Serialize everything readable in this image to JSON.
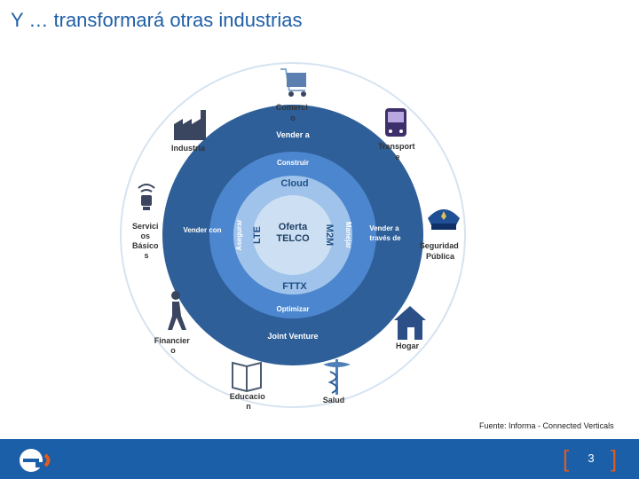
{
  "header": {
    "title": "Y … transformará otras industrias"
  },
  "diagram": {
    "rings": {
      "outer": [
        "Vender a",
        "Vender con",
        "Vender a través de",
        "Joint Venture"
      ],
      "middle": [
        "Construir",
        "Asegurar",
        "Manejar",
        "Optimizar"
      ],
      "inner": [
        "Cloud",
        "LTE",
        "M2M",
        "FTTX"
      ],
      "center": [
        "Oferta",
        "TELCO"
      ]
    },
    "sectors": [
      {
        "label": [
          "Comerci",
          "o"
        ],
        "icon": "shopping-cart-icon"
      },
      {
        "label": [
          "Transport",
          "e"
        ],
        "icon": "bus-icon"
      },
      {
        "label": [
          "Seguridad",
          "Pública"
        ],
        "icon": "police-cap-icon"
      },
      {
        "label": [
          "Hogar"
        ],
        "icon": "house-icon"
      },
      {
        "label": [
          "Salud"
        ],
        "icon": "caduceus-icon"
      },
      {
        "label": [
          "Educacio",
          "n"
        ],
        "icon": "book-icon"
      },
      {
        "label": [
          "Financier",
          "o"
        ],
        "icon": "walking-person-icon"
      },
      {
        "label": [
          "Servici",
          "os",
          "Básico",
          "s"
        ],
        "icon": "light-bulb-icon"
      },
      {
        "label": [
          "Industria"
        ],
        "icon": "factory-icon"
      }
    ],
    "colors": {
      "outer": "#2e5f98",
      "middle": "#4c86cf",
      "inner": "#9fc3ea",
      "center": "#cde0f3",
      "icon": "#3a4660",
      "accent": "#e35b1c"
    }
  },
  "source": "Fuente: Informa - Connected Verticals",
  "footer": {
    "page_number": "3",
    "bracket_open": "[",
    "bracket_close": "]"
  }
}
